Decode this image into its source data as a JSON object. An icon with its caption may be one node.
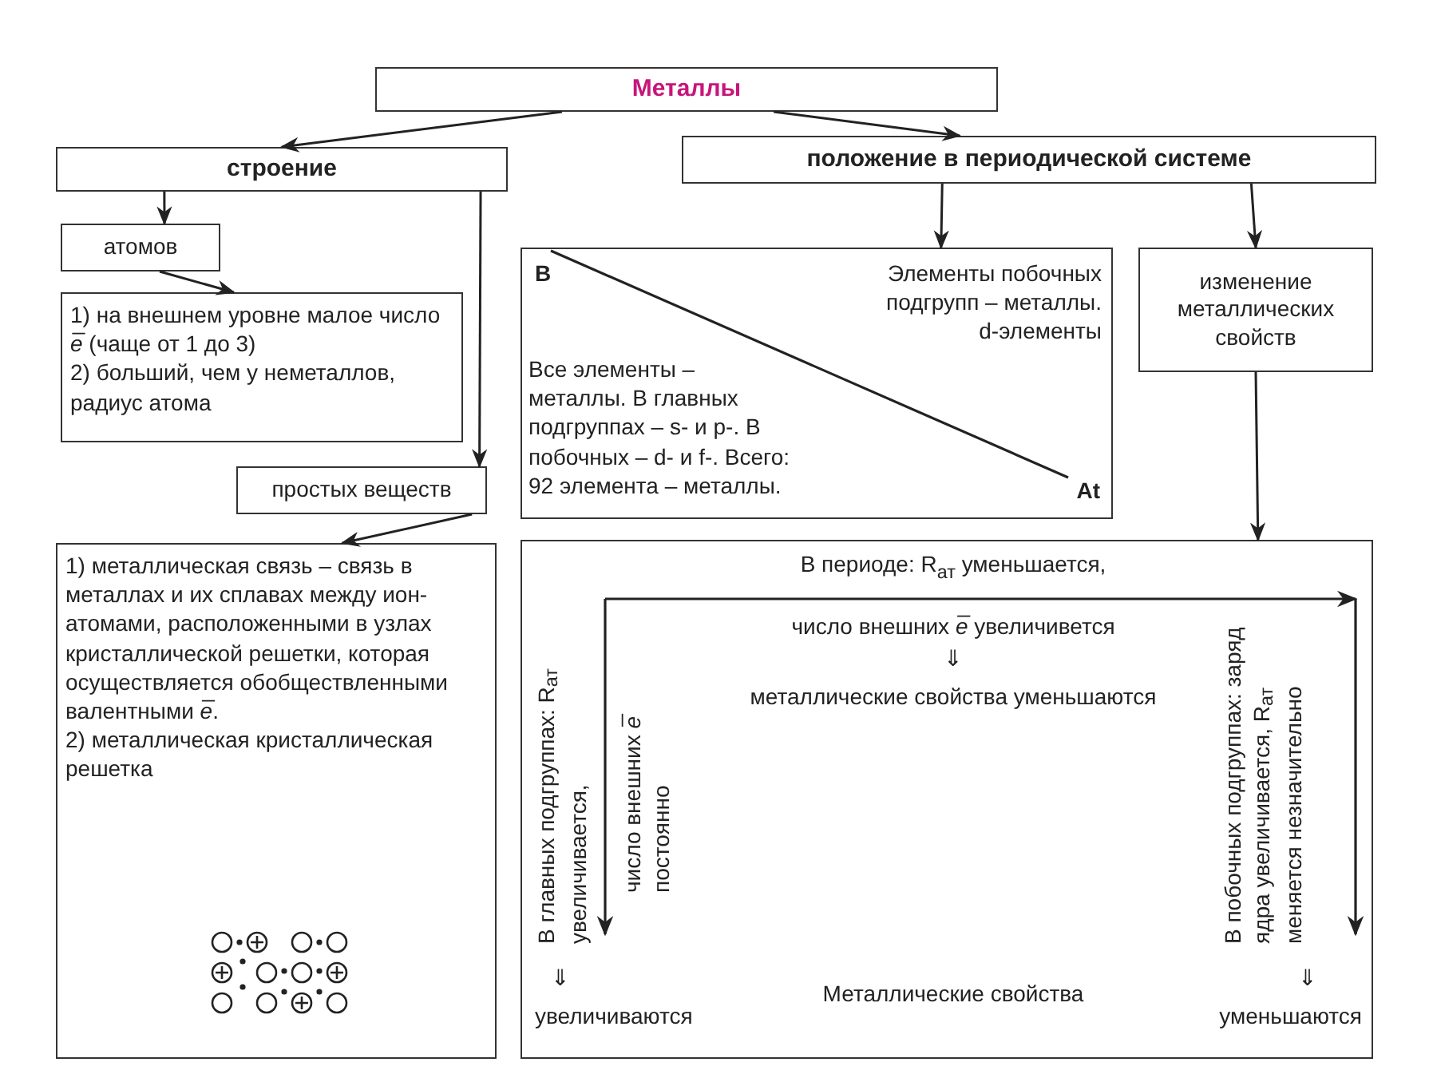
{
  "diagram": {
    "nodes": [
      {
        "text": [
          "Металлы"
        ]
      },
      {
        "text": [
          "строение"
        ]
      },
      {
        "text": [
          "положение в периодической системе"
        ]
      },
      {
        "text": [
          "атомов"
        ]
      },
      {
        "text": [
          "1) на внешнем уровне малое число *e̅* (чаще от 1 до 3)",
          "2) больший, чем у неметаллов, радиус атома"
        ]
      },
      {
        "text": [
          "простых веществ"
        ]
      },
      {
        "text": [
          "1) металлическая связь – связь в металлах и их сплавах между ион-атомами, расположенными в узлах кристаллической решетки, которая осуществляется обобществленными валентными *e̅*.",
          "2) металлическая кристаллическая решетка"
        ]
      },
      {
        "text": [
          "B",
          "Элементы побочных подгрупп – металлы. d-элементы",
          "Все элементы – металлы. В главных подгруппах – s- и p-. В побочных – d- и f-. Всего: 92 элемента – металлы.",
          "At"
        ]
      },
      {
        "text": [
          "изменение металлических свойств"
        ]
      },
      {
        "text": [
          "В периоде: R$_{ат}$ уменьшается,",
          "число внешних *e̅* увеличивется",
          "⇓",
          "металлические свойства уменьшаются",
          "В главных подгруппах: R$_{ат}$ увеличивается,",
          "число внешних *e̅* постоянно",
          "В побочных подгруппах: заряд ядра увеличивается, R$_{ат}$ меняется незначительно",
          "⇓",
          "увеличиваются",
          "Металлические свойства",
          "⇓",
          "уменьшаются"
        ]
      }
    ],
    "edges": [
      {
        "from": 0,
        "to": 1,
        "arrow": "to"
      },
      {
        "from": 0,
        "to": 2,
        "arrow": "to"
      },
      {
        "from": 1,
        "to": 3,
        "arrow": "to"
      },
      {
        "from": 1,
        "to": 5,
        "arrow": "to"
      },
      {
        "from": 3,
        "to": 4,
        "arrow": "to"
      },
      {
        "from": 5,
        "to": 6,
        "arrow": "to"
      },
      {
        "from": 2,
        "to": 7,
        "arrow": "to"
      },
      {
        "from": 2,
        "to": 8,
        "arrow": "to"
      },
      {
        "from": 8,
        "to": 9,
        "arrow": "to"
      }
    ]
  }
}
